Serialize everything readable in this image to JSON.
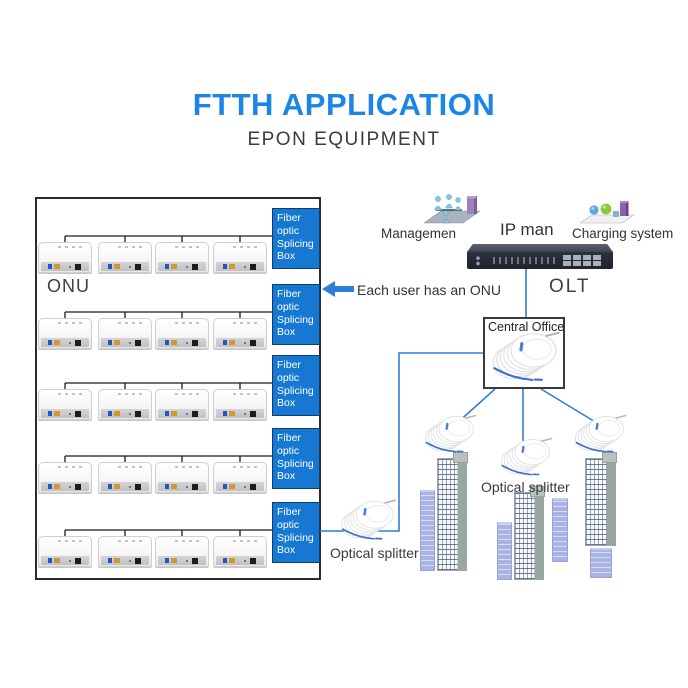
{
  "header": {
    "title": "FTTH APPLICATION",
    "subtitle": "EPON EQUIPMENT"
  },
  "onu_panel": {
    "label": "ONU",
    "splice_box_label": "Fiber optic Splicing Box",
    "row_count": 5,
    "onus_per_row": 4
  },
  "annotations": {
    "each_user_note": "Each user has an ONU",
    "optical_splitter_label": "Optical splitter"
  },
  "top_right": {
    "management_label": "Managemen",
    "ip_label": "IP man",
    "charging_label": "Charging system"
  },
  "olt": {
    "label": "OLT"
  },
  "central_office": {
    "label": "Central Office"
  },
  "colors": {
    "title_blue": "#1C86E8",
    "splice_box_blue": "#1778D2",
    "splice_border_navy": "#0E3D70",
    "wire_blue": "#2E7ED3",
    "arrow_blue": "#2F7FD6",
    "bus_line_black": "#1A1A1A"
  }
}
